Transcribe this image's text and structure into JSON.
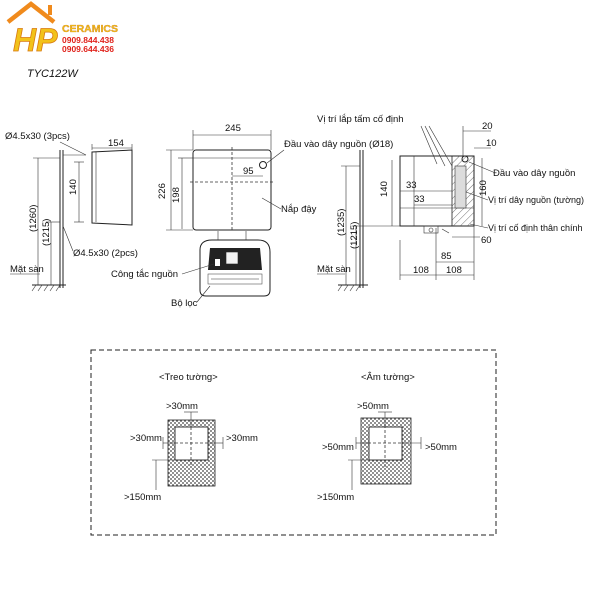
{
  "brand": {
    "logo_letters": "HP",
    "name": "CERAMICS",
    "phone1": "0909.844.438",
    "phone2": "0909.644.436",
    "colors": {
      "logo_orange": "#f08a1c",
      "logo_yellow": "#f2c21a",
      "phone_red": "#e0221b"
    }
  },
  "model": "TYC122W",
  "left_view": {
    "dim_top": "154",
    "screw_top": "Ø4.5x30 (3pcs)",
    "screw_bottom": "Ø4.5x30 (2pcs)",
    "dim_140": "140",
    "dim_1260": "(1260)",
    "dim_1215": "(1215)",
    "floor": "Mặt sàn"
  },
  "front_view": {
    "dim_245": "245",
    "power_inlet": "Đầu vào dây nguồn (Ø18)",
    "dim_95": "95",
    "dim_226": "226",
    "dim_198": "198",
    "cover": "Nắp đậy",
    "power_switch": "Công tắc nguồn",
    "filter": "Bộ lọc"
  },
  "right_view": {
    "mount_plate": "Vị trí lắp tấm cố định",
    "dim_20": "20",
    "dim_10": "10",
    "power_inlet": "Đầu vào dây nguồn",
    "dim_33a": "33",
    "dim_33b": "33",
    "dim_140": "140",
    "dim_160": "160",
    "wall_cable": "Vị trí dây nguồn (tường)",
    "body_fix": "Vị trí cố định thân chính",
    "dim_60": "60",
    "dim_85": "85",
    "dim_108a": "108",
    "dim_108b": "108",
    "dim_1235": "(1235)",
    "dim_1215": "(1215)",
    "floor": "Mặt sàn"
  },
  "clearance": {
    "wall_mount": {
      "title": "<Treo tường>",
      "top": ">30mm",
      "left": ">30mm",
      "right": ">30mm",
      "bottom": ">150mm"
    },
    "recessed": {
      "title": "<Âm tường>",
      "top": ">50mm",
      "left": ">50mm",
      "right": ">50mm",
      "bottom": ">150mm"
    }
  }
}
